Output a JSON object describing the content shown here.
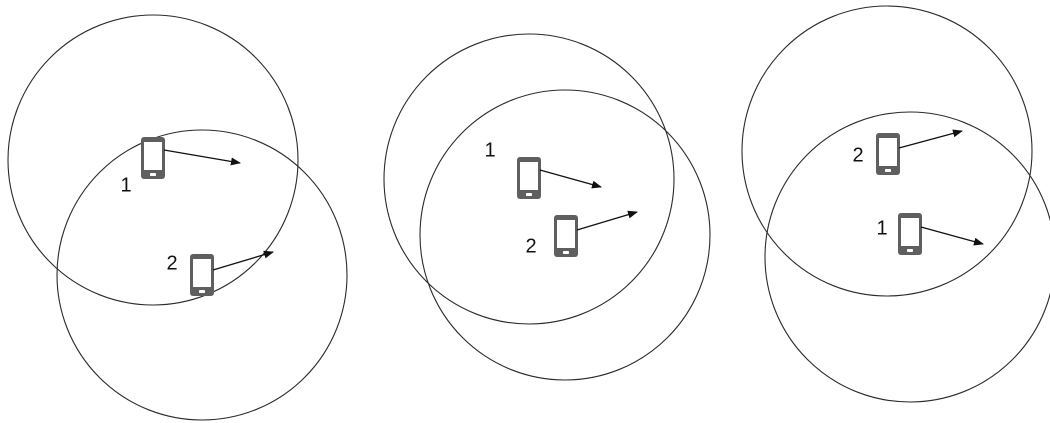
{
  "colors": {
    "background": "#ffffff",
    "circle_stroke": "#2b2b2b",
    "arrow": "#111111",
    "phone_body": "#5f5f5f",
    "phone_screen": "#ffffff",
    "label_text": "#111111"
  },
  "icons": {
    "device": "smartphone-icon",
    "motion": "arrow-right-icon"
  },
  "scenarios": [
    {
      "devices": [
        {
          "label": "1"
        },
        {
          "label": "2"
        }
      ]
    },
    {
      "devices": [
        {
          "label": "1"
        },
        {
          "label": "2"
        }
      ]
    },
    {
      "devices": [
        {
          "label": "2"
        },
        {
          "label": "1"
        }
      ]
    }
  ]
}
